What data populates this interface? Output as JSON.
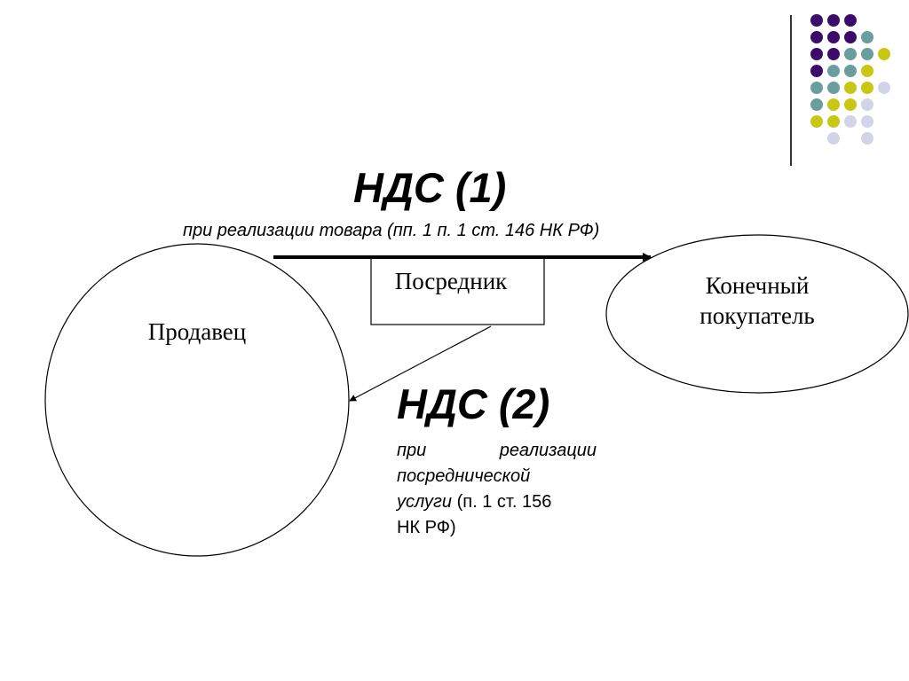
{
  "vat1": {
    "title": "НДС (1)",
    "caption": "при реализации товара (пп. 1 п. 1 ст. 146 НК РФ)"
  },
  "vat2": {
    "title": "НДС (2)",
    "line1_a": "при",
    "line1_b": "реализации",
    "line2": "посреднической",
    "line3_italic": "услуги",
    "line3_rest": " (п. 1 ст. 156",
    "line4": "НК РФ)"
  },
  "nodes": {
    "seller": "Продавец",
    "intermediary": "Посредник",
    "buyer_line1": "Конечный",
    "buyer_line2": "покупатель"
  },
  "colors": {
    "purple": "#3d0c6b",
    "teal": "#6a9e9e",
    "yellow": "#c8c814",
    "lavender": "#d4d4e8"
  }
}
